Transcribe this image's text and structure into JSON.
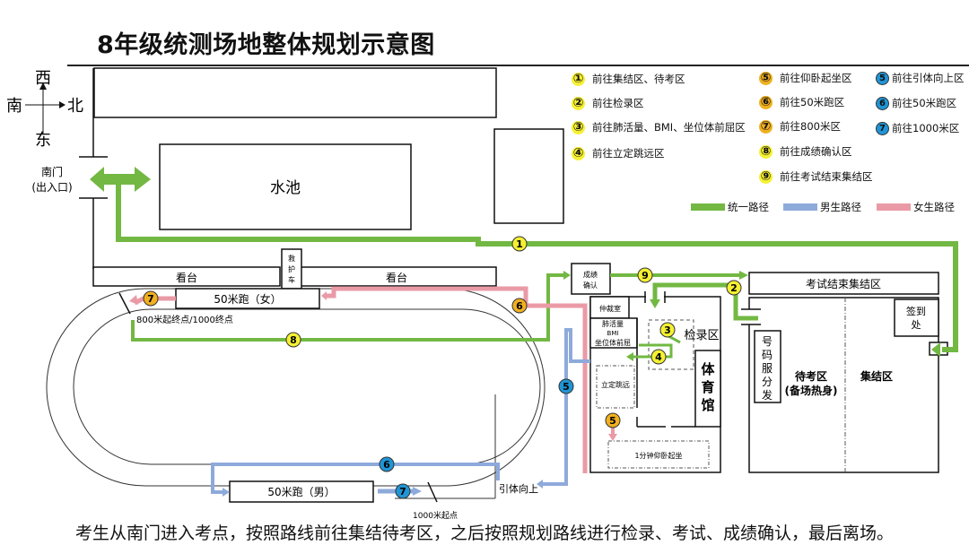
{
  "title": "8年级统测场地整体规划示意图",
  "footer": "考生从南门进入考点，按照路线前往集结待考区，之后按照规划路线进行检录、考试、成绩确认，最后离场。",
  "compass": {
    "north": "北",
    "south": "南",
    "east": "东",
    "west": "西"
  },
  "gate": {
    "line1": "南门",
    "line2": "(出入口)"
  },
  "areas": {
    "pool": "水池",
    "stand_left": "看台",
    "stand_right": "看台",
    "ambulance": [
      "救",
      "护",
      "车"
    ],
    "sprint_girls": "50米跑（女）",
    "sprint_boys": "50米跑（男）",
    "start_800": "800米起终点/1000终点",
    "start_1000": "1000米起点",
    "pullup": "引体向上",
    "score_confirm": [
      "成绩",
      "确认"
    ],
    "referee": "仲裁室",
    "lung": "肺活量",
    "bmi": "BMI",
    "sit_reach": "坐位体前屈",
    "checkin": "检录区",
    "long_jump": "立定跳远",
    "situp": "1分钟仰卧起坐",
    "gym": [
      "体",
      "育",
      "馆"
    ],
    "end_assembly": "考试结束集结区",
    "bib": [
      "号",
      "码",
      "服",
      "分",
      "发"
    ],
    "waiting": "待考区",
    "warmup": "(备场热身)",
    "assembly": "集结区",
    "signin": [
      "签到",
      "处"
    ]
  },
  "legend_steps": [
    {
      "num": "①",
      "label": "前往集结区、待考区",
      "color": "yellow"
    },
    {
      "num": "②",
      "label": "前往检录区",
      "color": "yellow"
    },
    {
      "num": "③",
      "label": "前往肺活量、BMI、坐位体前屈区",
      "color": "yellow"
    },
    {
      "num": "④",
      "label": "前往立定跳远区",
      "color": "yellow"
    },
    {
      "num": "⑤",
      "label": "前往仰卧起坐区",
      "color": "orange"
    },
    {
      "num": "⑥",
      "label": "前往50米跑区",
      "color": "orange"
    },
    {
      "num": "⑦",
      "label": "前往800米区",
      "color": "orange"
    },
    {
      "num": "⑧",
      "label": "前往成绩确认区",
      "color": "yellow"
    },
    {
      "num": "⑨",
      "label": "前往考试结束集结区",
      "color": "yellow"
    },
    {
      "num": "5",
      "label": "前往引体向上区",
      "color": "blue"
    },
    {
      "num": "6",
      "label": "前往50米跑区",
      "color": "blue"
    },
    {
      "num": "7",
      "label": "前往1000米区",
      "color": "blue"
    }
  ],
  "legend_paths": [
    {
      "label": "统一路径",
      "color": "#72b843"
    },
    {
      "label": "男生路径",
      "color": "#8eaadb"
    },
    {
      "label": "女生路径",
      "color": "#ea9aa6"
    }
  ],
  "markers": {
    "m1": "1",
    "m2": "2",
    "m3": "3",
    "m4": "4",
    "m5o": "5",
    "m6o": "6",
    "m7o": "7",
    "m8": "8",
    "m9": "9",
    "m5b": "5",
    "m6b": "6",
    "m7b": "7"
  },
  "colors": {
    "green": "#72b843",
    "blue": "#8eaadb",
    "pink": "#ea9aa6",
    "yellow_badge": "#f5f032",
    "orange_badge": "#f0b020",
    "blue_badge": "#1f95d6"
  }
}
